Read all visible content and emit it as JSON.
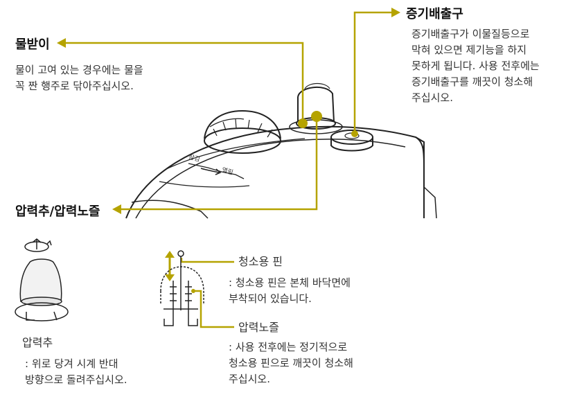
{
  "steam_vent": {
    "title": "증기배출구",
    "description": "증기배출구가 이물질등으로\n막혀 있으면 제기능을 하지\n못하게 됩니다. 사용 전후에는\n증기배출구를 깨끗이 청소해\n주십시오."
  },
  "water_catcher": {
    "title": "물받이",
    "description": "물이 고여 있는 경우에는 물을\n꼭 짠 행주로 닦아주십시오."
  },
  "pressure_weight_nozzle": {
    "title": "압력추/압력노즐"
  },
  "lid_dial": {
    "close_label": "잠김",
    "open_label": "열림"
  },
  "pressure_weight": {
    "label": "압력추",
    "instruction": ": 위로 당겨 시계 반대\n  방향으로 돌려주십시오."
  },
  "cleaning_pin": {
    "label": "청소용 핀",
    "description": ": 청소용 핀은 본체 바닥면에\n  부착되어 있습니다."
  },
  "pressure_nozzle": {
    "label": "압력노즐",
    "description": ": 사용 전후에는 정기적으로\n  청소용 핀으로 깨끗이 청소해\n  주십시오."
  },
  "colors": {
    "callout": "#b5a300",
    "outline": "#222222"
  }
}
